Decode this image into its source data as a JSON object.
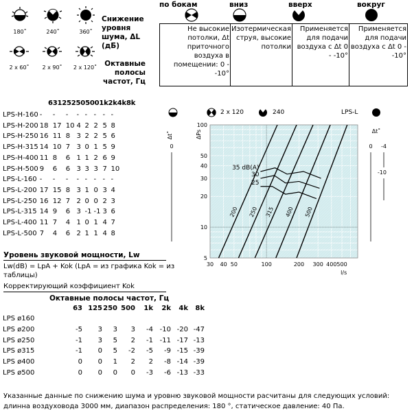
{
  "icons": {
    "row1": [
      {
        "label": "180˚"
      },
      {
        "label": "240˚"
      },
      {
        "label": "360˚"
      }
    ],
    "row2": [
      {
        "label": "2 x 60˚"
      },
      {
        "label": "2 x 90˚"
      },
      {
        "label": "2 x 120˚"
      }
    ]
  },
  "noise": {
    "title": "Снижение уровня шума, ΔL (дБ)",
    "subtitle": "Октавные полосы частот, Гц",
    "header": "631252505001k2k4k8k",
    "rows": [
      {
        "name": "LPS-H-160",
        "v": [
          "-",
          "-",
          "-",
          "-",
          "-",
          "-",
          "-",
          "-"
        ]
      },
      {
        "name": "LPS-H-200",
        "v": [
          "18",
          "17",
          "10",
          "4",
          "2",
          "2",
          "5",
          "8"
        ]
      },
      {
        "name": "LPS-H-250",
        "v": [
          "16",
          "11",
          "8",
          "3",
          "2",
          "2",
          "5",
          "6"
        ]
      },
      {
        "name": "LPS-H-315",
        "v": [
          "14",
          "10",
          "7",
          "3",
          "0",
          "1",
          "5",
          "9"
        ]
      },
      {
        "name": "LPS-H-400",
        "v": [
          "11",
          "8",
          "6",
          "1",
          "1",
          "2",
          "6",
          "9"
        ]
      },
      {
        "name": "LPS-H-500",
        "v": [
          "9",
          "6",
          "6",
          "3",
          "3",
          "3",
          "7",
          "10"
        ]
      },
      {
        "name": "LPS-L-160",
        "v": [
          "-",
          "-",
          "-",
          "-",
          "-",
          "-",
          "-",
          "-"
        ]
      },
      {
        "name": "LPS-L-200",
        "v": [
          "17",
          "15",
          "8",
          "3",
          "1",
          "0",
          "3",
          "4"
        ]
      },
      {
        "name": "LPS-L-250",
        "v": [
          "16",
          "12",
          "7",
          "2",
          "0",
          "0",
          "2",
          "3"
        ]
      },
      {
        "name": "LPS-L-315",
        "v": [
          "14",
          "9",
          "6",
          "3",
          "-1",
          "-1",
          "3",
          "6"
        ]
      },
      {
        "name": "LPS-L-400",
        "v": [
          "11",
          "7",
          "4",
          "1",
          "0",
          "1",
          "4",
          "7"
        ]
      },
      {
        "name": "LPS-L-500",
        "v": [
          "7",
          "4",
          "6",
          "2",
          "1",
          "1",
          "4",
          "8"
        ]
      }
    ]
  },
  "diffuser": {
    "headers": [
      "по бокам",
      "вниз",
      "вверх",
      "вокруг"
    ],
    "cells": [
      "Не высокие потолки, Δt приточного воздуха в помещении: 0 - -10°",
      "Изотермическая струя, высокие потолки",
      "Применяется для подачи воздуха с Δt 0 - -10°",
      "Применяется для подачи воздуха с Δt 0 - -10°"
    ]
  },
  "chart_legend": {
    "item1": "2 x 120",
    "item2": "240",
    "model": "LPS-L"
  },
  "chart_data": {
    "type": "line",
    "xlabel": "l/s",
    "ylabel": "ΔPs",
    "x_scale": "log",
    "y_scale": "log",
    "xlim": [
      30,
      700
    ],
    "ylim": [
      5,
      100
    ],
    "x_ticks": [
      "30",
      "40",
      "50",
      "100",
      "200",
      "300",
      "400",
      "500"
    ],
    "y_ticks": [
      "5",
      "10",
      "20",
      "30",
      "40",
      "50",
      "100"
    ],
    "grid": true,
    "series": [
      {
        "name": "200",
        "x": [
          36,
          126
        ],
        "y": [
          5,
          100
        ]
      },
      {
        "name": "250",
        "x": [
          55,
          190
        ],
        "y": [
          5,
          100
        ]
      },
      {
        "name": "315",
        "x": [
          78,
          270
        ],
        "y": [
          5,
          100
        ]
      },
      {
        "name": "400",
        "x": [
          122,
          390
        ],
        "y": [
          5,
          100
        ]
      },
      {
        "name": "500",
        "x": [
          190,
          560
        ],
        "y": [
          5,
          100
        ]
      }
    ],
    "noise_lines": [
      {
        "name": "35 dB(A)",
        "x": [
          88,
          120,
          155,
          220,
          320
        ],
        "y": [
          35,
          38,
          33,
          35,
          30
        ]
      },
      {
        "name": "30",
        "x": [
          88,
          118,
          150,
          200,
          310
        ],
        "y": [
          30,
          32,
          27,
          28,
          24
        ]
      },
      {
        "name": "25",
        "x": [
          88,
          113,
          150,
          200,
          290
        ],
        "y": [
          25,
          25,
          21,
          22,
          19
        ]
      }
    ],
    "left_axis": {
      "label": "Δt˚",
      "ticks": [
        "0"
      ]
    },
    "right_axis": {
      "label": "Δt˚",
      "ticks": [
        "0",
        "-4",
        "-10"
      ]
    }
  },
  "power": {
    "title": "Уровень звуковой мощности, Lw",
    "formula": "Lw(dB) = LpA + Kok (LpA = из графика Kok = из таблицы)",
    "correction": "Корректирующий коэффициент Kok",
    "subtitle": "Октавные полосы частот, Гц",
    "header": [
      "63",
      "125",
      "250",
      "500",
      "1k",
      "2k",
      "4k",
      "8k"
    ],
    "rows": [
      {
        "name": "LPS ø160",
        "v": [
          "",
          "",
          "",
          "",
          "",
          "",
          "",
          ""
        ]
      },
      {
        "name": "LPS ø200",
        "v": [
          "-5",
          "3",
          "3",
          "3",
          "-4",
          "-10",
          "-20",
          "-47"
        ]
      },
      {
        "name": "LPS ø250",
        "v": [
          "-1",
          "3",
          "5",
          "2",
          "-1",
          "-11",
          "-17",
          "-13"
        ]
      },
      {
        "name": "LPS ø315",
        "v": [
          "-1",
          "0",
          "5",
          "-2",
          "-5",
          "-9",
          "-15",
          "-39"
        ]
      },
      {
        "name": "LPS ø400",
        "v": [
          "0",
          "0",
          "1",
          "2",
          "2",
          "-8",
          "-14",
          "-39"
        ]
      },
      {
        "name": "LPS ø500",
        "v": [
          "0",
          "0",
          "0",
          "0",
          "-3",
          "-6",
          "-13",
          "-33"
        ]
      }
    ]
  },
  "footer": "Указанные данные по снижению шума и уровню звуковой мощности расчитаны для следующих условий: длинна воздуховода 3000 мм, диапазон распределения: 180 °, статическое давление: 40 Па."
}
